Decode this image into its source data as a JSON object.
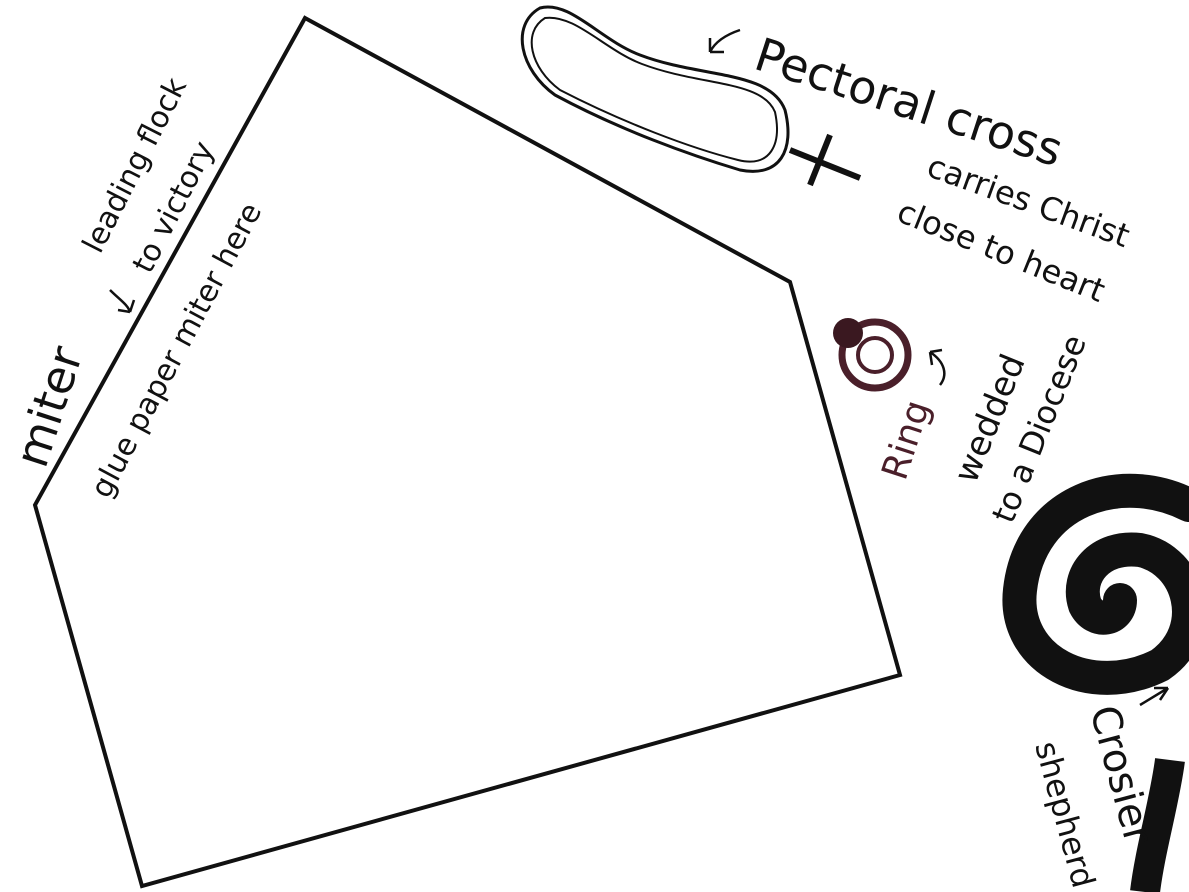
{
  "labels": {
    "miter": "miter",
    "miter_note": "leading flock",
    "miter_note2": "to victory",
    "glue_note": "glue paper miter here",
    "pectoral_title": "Pectoral cross",
    "pectoral_note1": "carries Christ",
    "pectoral_note2": "close to heart",
    "ring_title": "Ring",
    "ring_note1": "wedded",
    "ring_note2": "to a Diocese",
    "crosier_title": "Crosier",
    "crosier_note": "shepherd"
  },
  "colors": {
    "ink": "#111111",
    "ring": "#4a1f2a",
    "paper": "#ffffff"
  }
}
